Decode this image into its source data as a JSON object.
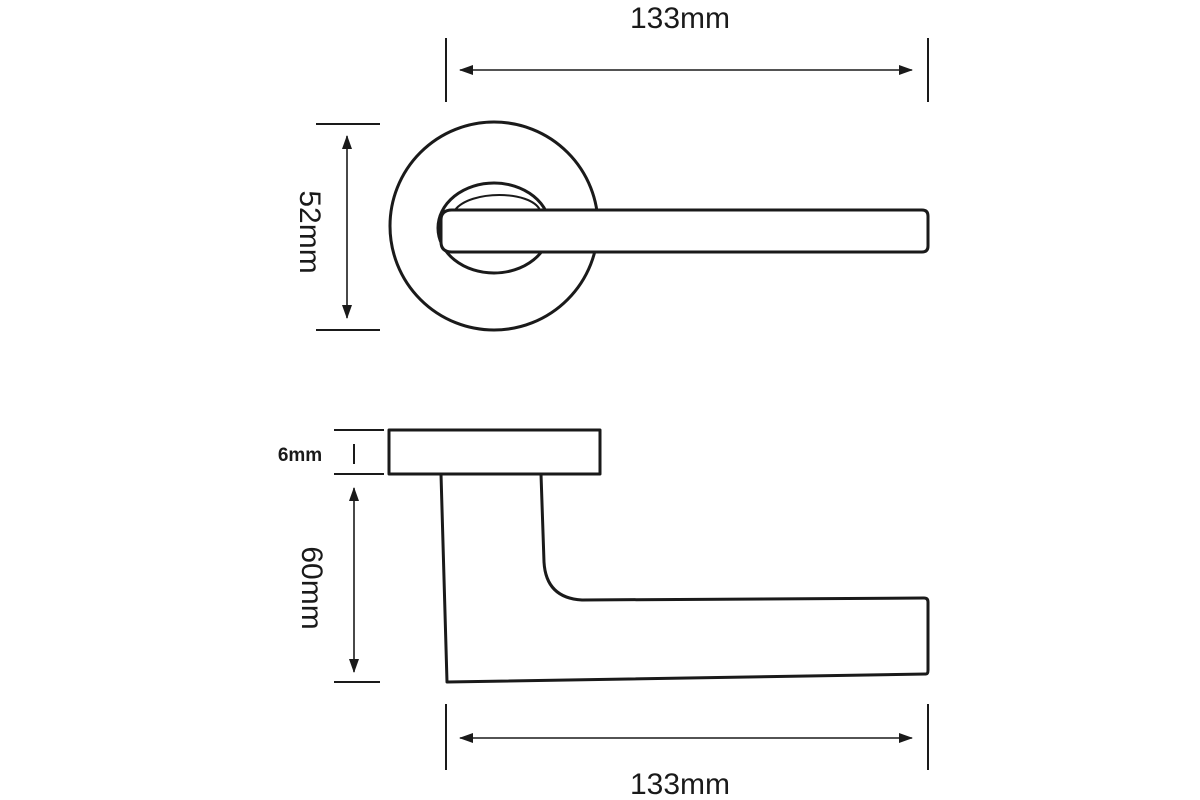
{
  "diagram": {
    "top_view": {
      "width_label": "133mm",
      "height_label": "52mm"
    },
    "side_view": {
      "rose_thickness_label": "6mm",
      "projection_label": "60mm",
      "width_label": "133mm"
    }
  }
}
